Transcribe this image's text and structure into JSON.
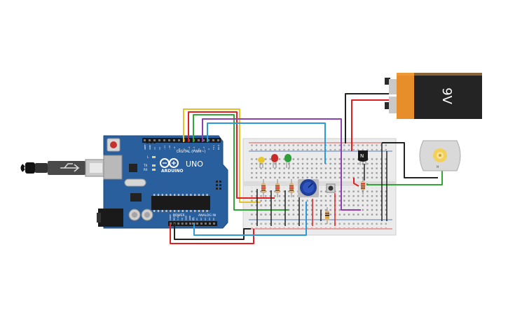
{
  "arduino": {
    "brand": "ARDUINO",
    "model": "UNO",
    "digital_label": "DIGITAL (PWM~)",
    "power_label": "POWER",
    "analog_label": "ANALOG IN",
    "led_labels": [
      "L",
      "TX",
      "RX"
    ],
    "digital_pins": [
      "AREF",
      "GND",
      "13",
      "12",
      "~11",
      "~10",
      "~9",
      "8",
      "7",
      "~6",
      "~5",
      "4",
      "~3",
      "2",
      "TX 1",
      "RX 0"
    ],
    "power_pins": [
      "IOREF",
      "RESET",
      "3.3V",
      "5V",
      "GND",
      "GND",
      "Vin"
    ],
    "analog_pins": [
      "A0",
      "A1",
      "A2",
      "A3",
      "A4",
      "A5"
    ]
  },
  "battery": {
    "label": "9V"
  },
  "transistor": {
    "label": "N"
  },
  "motor": {
    "label": "M"
  },
  "colors": {
    "board": "#2a5f9e",
    "wire_red": "#e02020",
    "wire_black": "#222222",
    "wire_yellow": "#e6c229",
    "wire_green": "#33a63a",
    "wire_purple": "#8e3fb0",
    "wire_blue": "#2a9ad8",
    "wire_gray": "#555555",
    "led_yellow": "#e8c630",
    "led_red": "#c42b2b",
    "led_green": "#2f9f3a"
  }
}
